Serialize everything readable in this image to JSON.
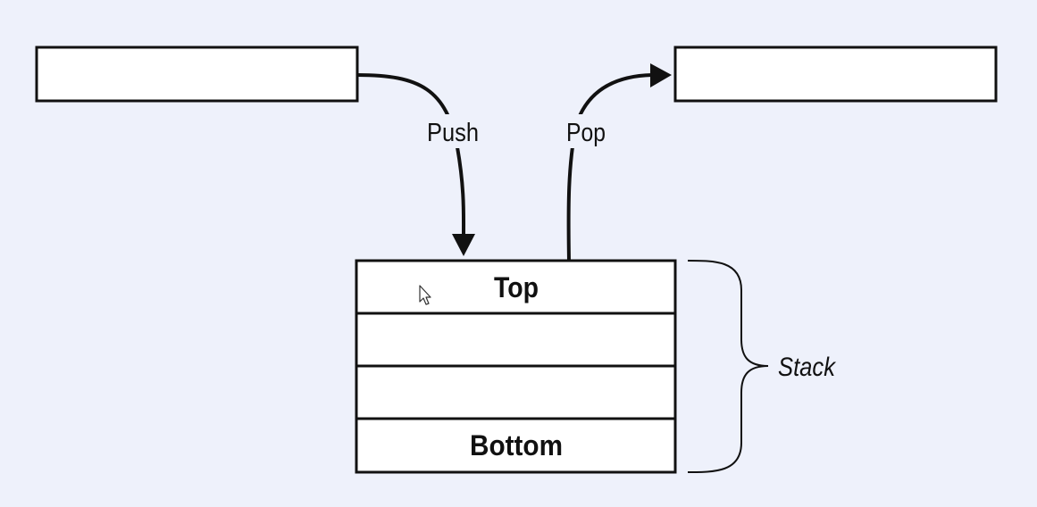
{
  "diagram": {
    "source_box_label": "",
    "target_box_label": "",
    "push_label": "Push",
    "pop_label": "Pop",
    "stack_label": "Stack",
    "cells": [
      "Top",
      "",
      "",
      "Bottom"
    ]
  },
  "colors": {
    "background": "#eef1fb",
    "box_fill": "#ffffff",
    "stroke": "#111111"
  },
  "icons": {
    "cursor": "mouse-pointer-icon",
    "brace": "right-curly-brace-icon"
  }
}
